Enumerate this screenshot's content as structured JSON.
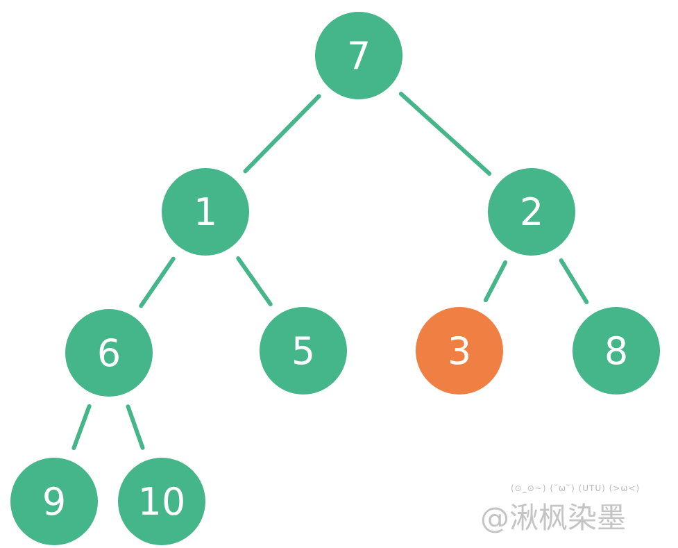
{
  "colors": {
    "default_node": "#45b58a",
    "highlight_node": "#f07f43",
    "edge": "#45b58a",
    "label": "#ffffff"
  },
  "tree": {
    "nodes": [
      {
        "id": "n7",
        "label": "7",
        "highlight": false
      },
      {
        "id": "n1",
        "label": "1",
        "highlight": false
      },
      {
        "id": "n2",
        "label": "2",
        "highlight": false
      },
      {
        "id": "n6",
        "label": "6",
        "highlight": false
      },
      {
        "id": "n5",
        "label": "5",
        "highlight": false
      },
      {
        "id": "n3",
        "label": "3",
        "highlight": true
      },
      {
        "id": "n8",
        "label": "8",
        "highlight": false
      },
      {
        "id": "n9",
        "label": "9",
        "highlight": false
      },
      {
        "id": "n10",
        "label": "10",
        "highlight": false
      }
    ],
    "edges": [
      [
        "n7",
        "n1"
      ],
      [
        "n7",
        "n2"
      ],
      [
        "n1",
        "n6"
      ],
      [
        "n1",
        "n5"
      ],
      [
        "n2",
        "n3"
      ],
      [
        "n2",
        "n8"
      ],
      [
        "n6",
        "n9"
      ],
      [
        "n6",
        "n10"
      ]
    ]
  },
  "watermark": {
    "emoticons": "(⊙_⊙~) (˘ω˘) (UTU) (>ω<)",
    "name": "@湫枫染墨"
  }
}
